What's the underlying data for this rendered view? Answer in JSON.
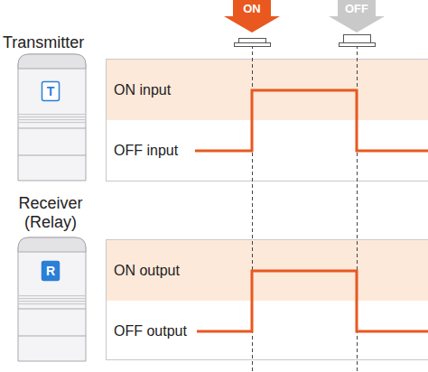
{
  "diagram": {
    "labels": [
      "ON",
      "OFF",
      "Transmitter",
      "T",
      "ON input",
      "OFF input",
      "Receiver (Relay)",
      "R",
      "ON output",
      "OFF output"
    ]
  }
}
